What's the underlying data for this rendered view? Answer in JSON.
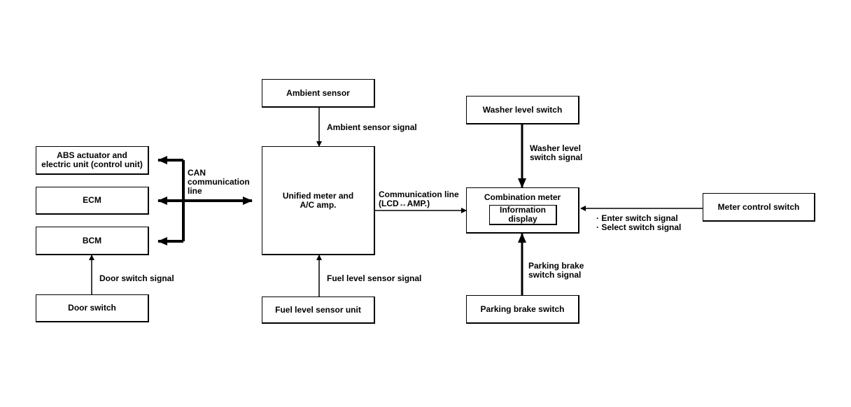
{
  "boxes": {
    "ambient_sensor": "Ambient sensor",
    "abs_line1": "ABS actuator and",
    "abs_line2": "electric unit (control unit)",
    "ecm": "ECM",
    "bcm": "BCM",
    "door_switch": "Door switch",
    "unified_line1": "Unified meter and",
    "unified_line2": "A/C amp.",
    "fuel_level_sensor_unit": "Fuel level sensor unit",
    "washer_level_switch": "Washer level switch",
    "combination_meter": "Combination meter",
    "info_line1": "Information",
    "info_line2": "display",
    "meter_control_switch": "Meter control switch",
    "parking_brake_switch": "Parking brake switch"
  },
  "labels": {
    "ambient_sensor_signal": "Ambient sensor signal",
    "can_line1": "CAN",
    "can_line2": "communication",
    "can_line3": "line",
    "door_switch_signal": "Door switch signal",
    "fuel_level_sensor_signal": "Fuel level sensor signal",
    "comm_line1": "Communication line",
    "comm_line2": "(LCD↔AMP.)",
    "washer_signal_line1": "Washer level",
    "washer_signal_line2": "switch signal",
    "enter_switch_signal": "· Enter switch signal",
    "select_switch_signal": "· Select switch signal",
    "parking_signal_line1": "Parking brake",
    "parking_signal_line2": "switch signal"
  }
}
